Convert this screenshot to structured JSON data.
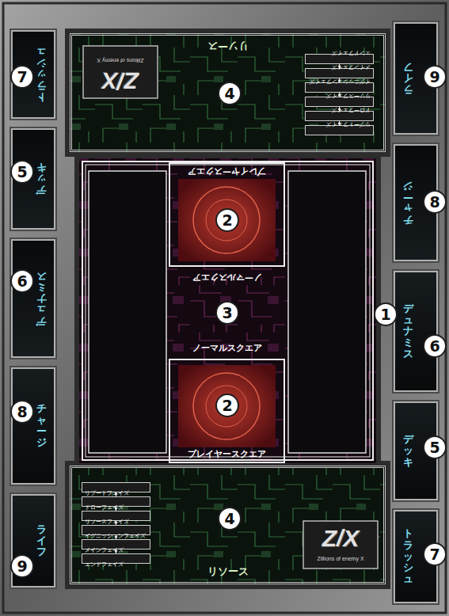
{
  "diagram": {
    "nodes": [
      {
        "text": [
          "トラッシュ"
        ]
      },
      {
        "text": [
          "リソース"
        ]
      },
      {
        "text": [
          "リブートフェイズ"
        ],
        "in": 1
      },
      {
        "text": [
          "ドローフェイズ"
        ],
        "in": 1
      },
      {
        "text": [
          "リソースフェイズ"
        ],
        "in": 1
      },
      {
        "text": [
          "イグニッションフェイズ"
        ],
        "in": 1
      },
      {
        "text": [
          "メインフェイズ"
        ],
        "in": 1
      },
      {
        "text": [
          "エンドフェイズ"
        ],
        "in": 1
      },
      {
        "text": [
          "ライフ"
        ]
      },
      {
        "text": [
          "デッキ"
        ]
      },
      {
        "text": [
          "チャージ"
        ]
      },
      {
        "text": [
          "プレイヤースクエア"
        ]
      },
      {
        "text": [
          "デュナミス"
        ]
      },
      {
        "text": [
          "ノーマルスクエア",
          "ノーマルスクエア"
        ]
      },
      {
        "text": [
          "デュナミス"
        ]
      },
      {
        "text": [
          "チャージ"
        ]
      },
      {
        "text": [
          "プレイヤースクエア"
        ]
      },
      {
        "text": [
          "デッキ"
        ]
      },
      {
        "text": [
          "リソース"
        ]
      },
      {
        "text": [
          "リブートフェイズ"
        ],
        "in": 18
      },
      {
        "text": [
          "ドローフェイズ"
        ],
        "in": 18
      },
      {
        "text": [
          "リソースフェイズ"
        ],
        "in": 18
      },
      {
        "text": [
          "イグニッションフェイズ"
        ],
        "in": 18
      },
      {
        "text": [
          "メインフェイズ"
        ],
        "in": 18
      },
      {
        "text": [
          "エンドフェイズ"
        ],
        "in": 18
      },
      {
        "text": [
          "ライフ"
        ]
      },
      {
        "text": [
          "トラッシュ"
        ]
      }
    ],
    "edges": [
      {
        "from": 2,
        "to": 3,
        "arrow": "to"
      },
      {
        "from": 3,
        "to": 4,
        "arrow": "to"
      },
      {
        "from": 4,
        "to": 5,
        "arrow": "to"
      },
      {
        "from": 5,
        "to": 6,
        "arrow": "to"
      },
      {
        "from": 6,
        "to": 7,
        "arrow": "to"
      },
      {
        "from": 19,
        "to": 20,
        "arrow": "to"
      },
      {
        "from": 20,
        "to": 21,
        "arrow": "to"
      },
      {
        "from": 21,
        "to": 22,
        "arrow": "to"
      },
      {
        "from": 22,
        "to": 23,
        "arrow": "to"
      },
      {
        "from": 23,
        "to": 24,
        "arrow": "to"
      }
    ],
    "labels": [
      "7",
      "9",
      "Z/X",
      "Zillions of enemy X",
      "4",
      "5",
      "8",
      "2",
      "6",
      "3",
      "1",
      "6",
      "8",
      "2",
      "5",
      "4",
      "Z/X",
      "Zillions of enemy X",
      "9",
      "7"
    ]
  }
}
